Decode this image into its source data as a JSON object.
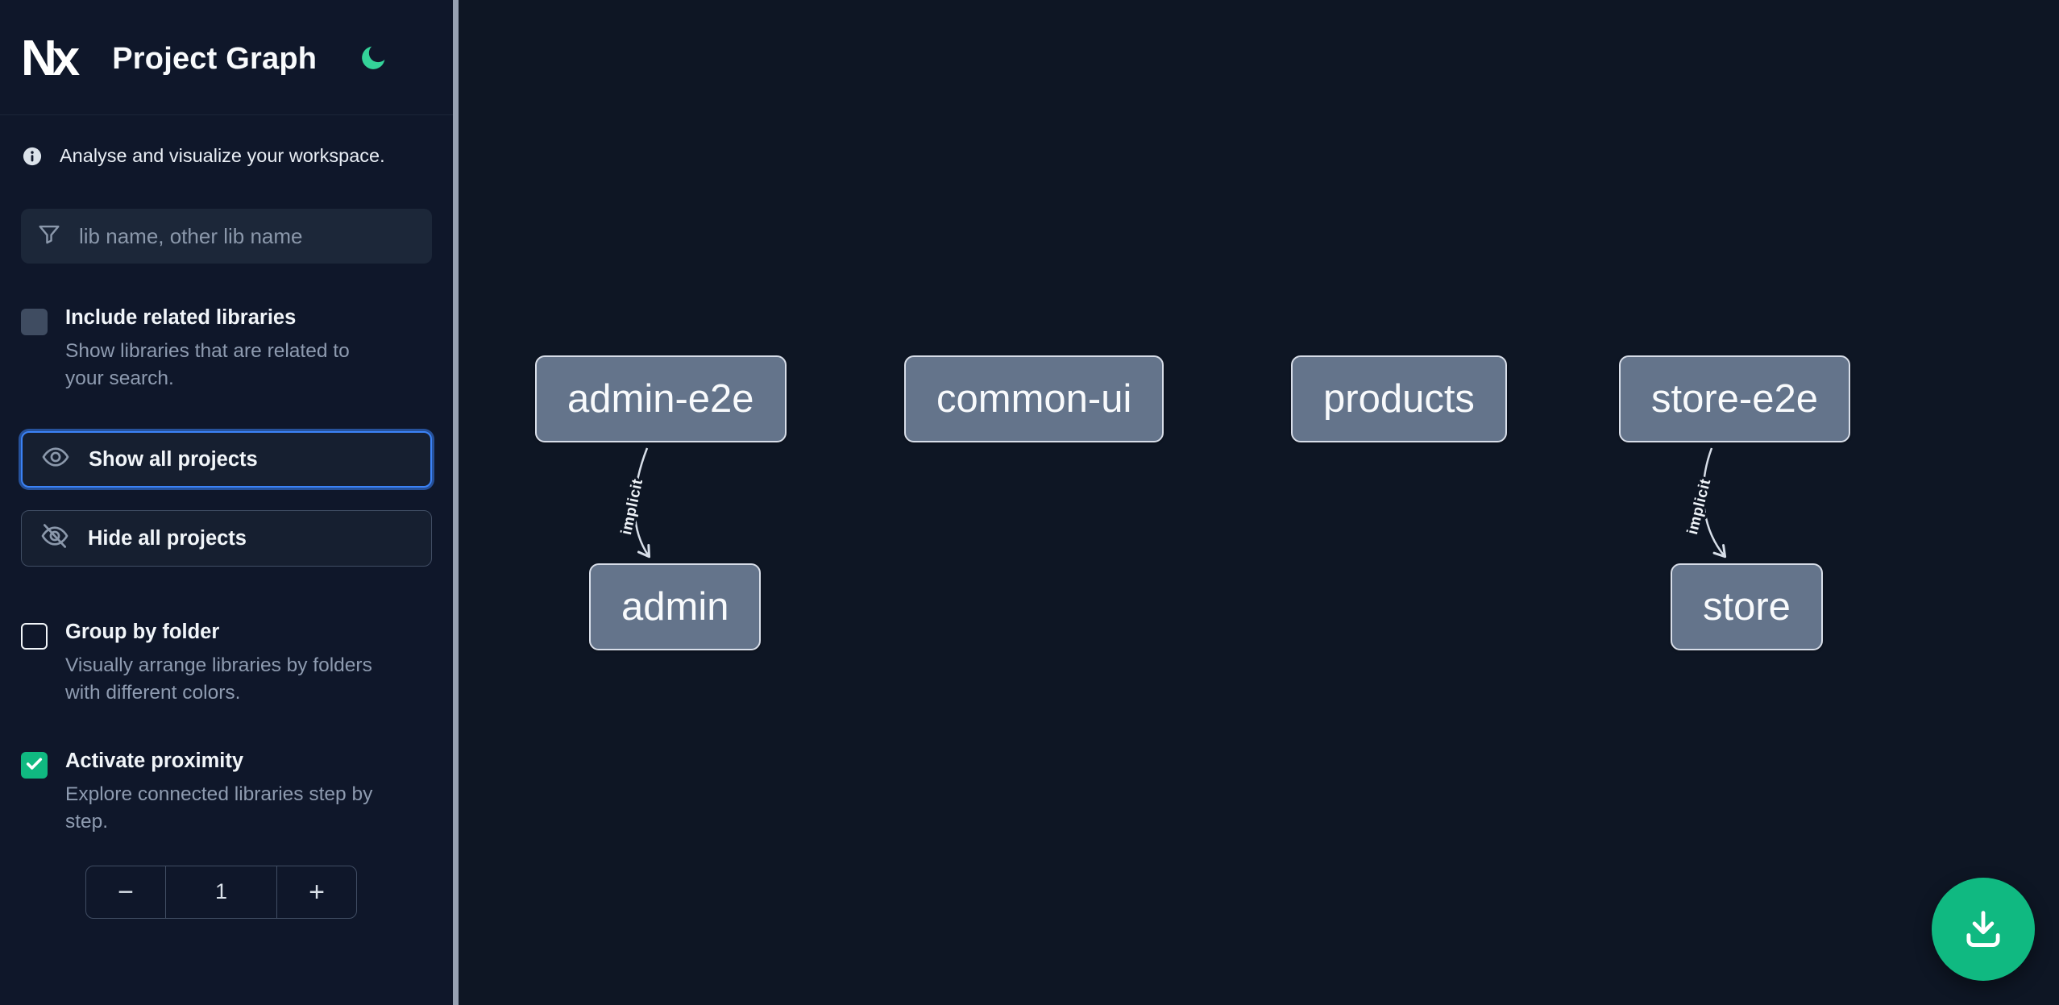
{
  "header": {
    "logo_text": "Nx",
    "title": "Project Graph"
  },
  "sidebar": {
    "info_text": "Analyse and visualize your workspace.",
    "search_placeholder": "lib name, other lib name",
    "include_related": {
      "label": "Include related libraries",
      "description": "Show libraries that are related to your search.",
      "checked": false
    },
    "show_all_label": "Show all projects",
    "hide_all_label": "Hide all projects",
    "group_by_folder": {
      "label": "Group by folder",
      "description": "Visually arrange libraries by folders with different colors.",
      "checked": false
    },
    "activate_proximity": {
      "label": "Activate proximity",
      "description": "Explore connected libraries step by step.",
      "checked": true
    },
    "proximity_stepper": {
      "decrement_label": "−",
      "value": "1",
      "increment_label": "+"
    }
  },
  "graph": {
    "nodes": [
      {
        "id": "admin-e2e",
        "label": "admin-e2e"
      },
      {
        "id": "common-ui",
        "label": "common-ui"
      },
      {
        "id": "products",
        "label": "products"
      },
      {
        "id": "store-e2e",
        "label": "store-e2e"
      },
      {
        "id": "admin",
        "label": "admin"
      },
      {
        "id": "store",
        "label": "store"
      }
    ],
    "edges": [
      {
        "from": "admin-e2e",
        "to": "admin",
        "type": "implicit",
        "label": "implicit"
      },
      {
        "from": "store-e2e",
        "to": "store",
        "type": "implicit",
        "label": "implicit"
      }
    ]
  },
  "theme": {
    "accent_green": "#10b981",
    "moon_green": "#34d399",
    "focus_blue": "#3b82f6",
    "node_fill": "#64748b",
    "node_border": "#d8dee9",
    "sidebar_bg": "#0f172a",
    "canvas_bg": "#0e1624"
  }
}
